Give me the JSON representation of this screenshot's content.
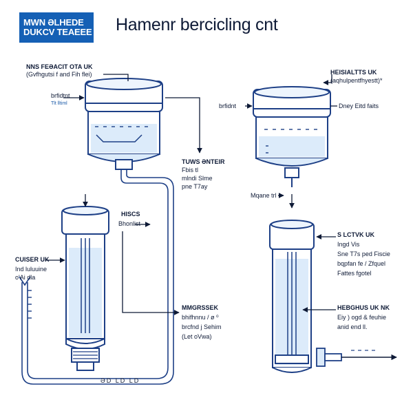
{
  "header": {
    "badge_line1": "MWN ƏLHEDE",
    "badge_line2": "DUKCV TEAEEE",
    "title": "Hamenr bercicling cnt"
  },
  "labels": {
    "tl_title": "NNS FEƏACIT OTA UK",
    "tl_sub": "(Gvfhgutsi f and Fih flei)",
    "bridtnt": "brfidtnt",
    "bridtnt_sub": "Tlt  lltiml",
    "tuws_title": "TUWS ƏNTEIR",
    "tuws_l2": "Fbis tl",
    "tuws_l3": "mlndi Slme",
    "tuws_l4": "pne T7ay",
    "hiscs": "HISCS",
    "hiscs_sub": "Bhonlist",
    "cuiser_title": "CUISER UK",
    "cuiser_l2": "Ind luluuine",
    "cuiser_l3": "o'Ai dla",
    "mmc_title": "MMGRSSEK",
    "mmc_l2": "bhifhnnu / ø ⁰",
    "mmc_l3": "brcfnd j Sehim",
    "mmc_l4": "(Let oVwa)",
    "tr_title": "HEISIALTTS UK",
    "tr_sub": "(aqhulpentfhyestt)*",
    "bfidnt": "brfidnt",
    "drey": "Dney Eitd faits",
    "mqane": "Mqane trl",
    "slc_title": "S LCTVK UK",
    "slc_l2": "Ingd Vis",
    "slc_l3": "Sne T7s ped Fiscie",
    "slc_l4": "bqpfan fe / Zfquel",
    "slc_l5": "Fattes fgotel",
    "heb_title": "HEBGHUS UK NK",
    "heb_l2": "Eiy ) ogd & feuhie",
    "heb_l3": "anid end ll.",
    "bottom_marks": "ƏD  LD  LD"
  },
  "colors": {
    "primary": "#1560b5",
    "outline": "#1d3f86",
    "fill": "#dcebfa",
    "ink": "#0e1a36"
  }
}
